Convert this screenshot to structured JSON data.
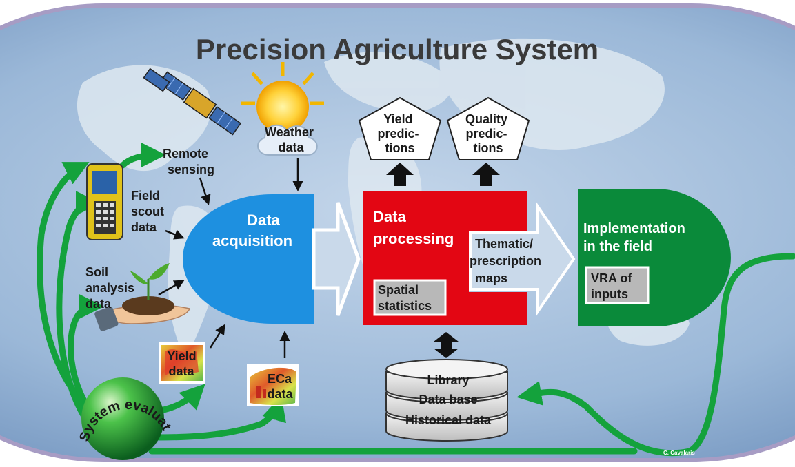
{
  "title": "Precision Agriculture System",
  "inputs": {
    "remote_sensing": [
      "Remote",
      "sensing"
    ],
    "weather": [
      "Weather",
      "data"
    ],
    "field_scout": [
      "Field",
      "scout",
      "data"
    ],
    "soil_analysis": [
      "Soil",
      "analysis",
      "data"
    ],
    "yield_data": [
      "Yield",
      "data"
    ],
    "eca_data": [
      "ECa",
      "data"
    ]
  },
  "stages": {
    "acquisition": [
      "Data",
      "acquisition"
    ],
    "processing": [
      "Data",
      "processing"
    ],
    "spatial_stats": [
      "Spatial",
      "statistics"
    ],
    "thematic_maps": [
      "Thematic/",
      "prescription",
      "maps"
    ],
    "implementation": [
      "Implementation",
      "in the field"
    ],
    "vra": [
      "VRA of",
      "inputs"
    ]
  },
  "outputs": {
    "yield_predictions": [
      "Yield",
      "predic-",
      "tions"
    ],
    "quality_predictions": [
      "Quality",
      "predic-",
      "tions"
    ]
  },
  "database": {
    "library": "Library",
    "data_base": "Data base",
    "historical": "Historical data"
  },
  "system_evaluation": "System evaluation",
  "credit": "C. Cavalaris",
  "colors": {
    "ocean": "#8fb0d4",
    "land": "#d7e3ee",
    "acquisition": "#1e90e0",
    "processing": "#e30613",
    "implementation": "#0a8a3a",
    "arrow_green": "#14a23c",
    "outline": "#a79cc4"
  }
}
